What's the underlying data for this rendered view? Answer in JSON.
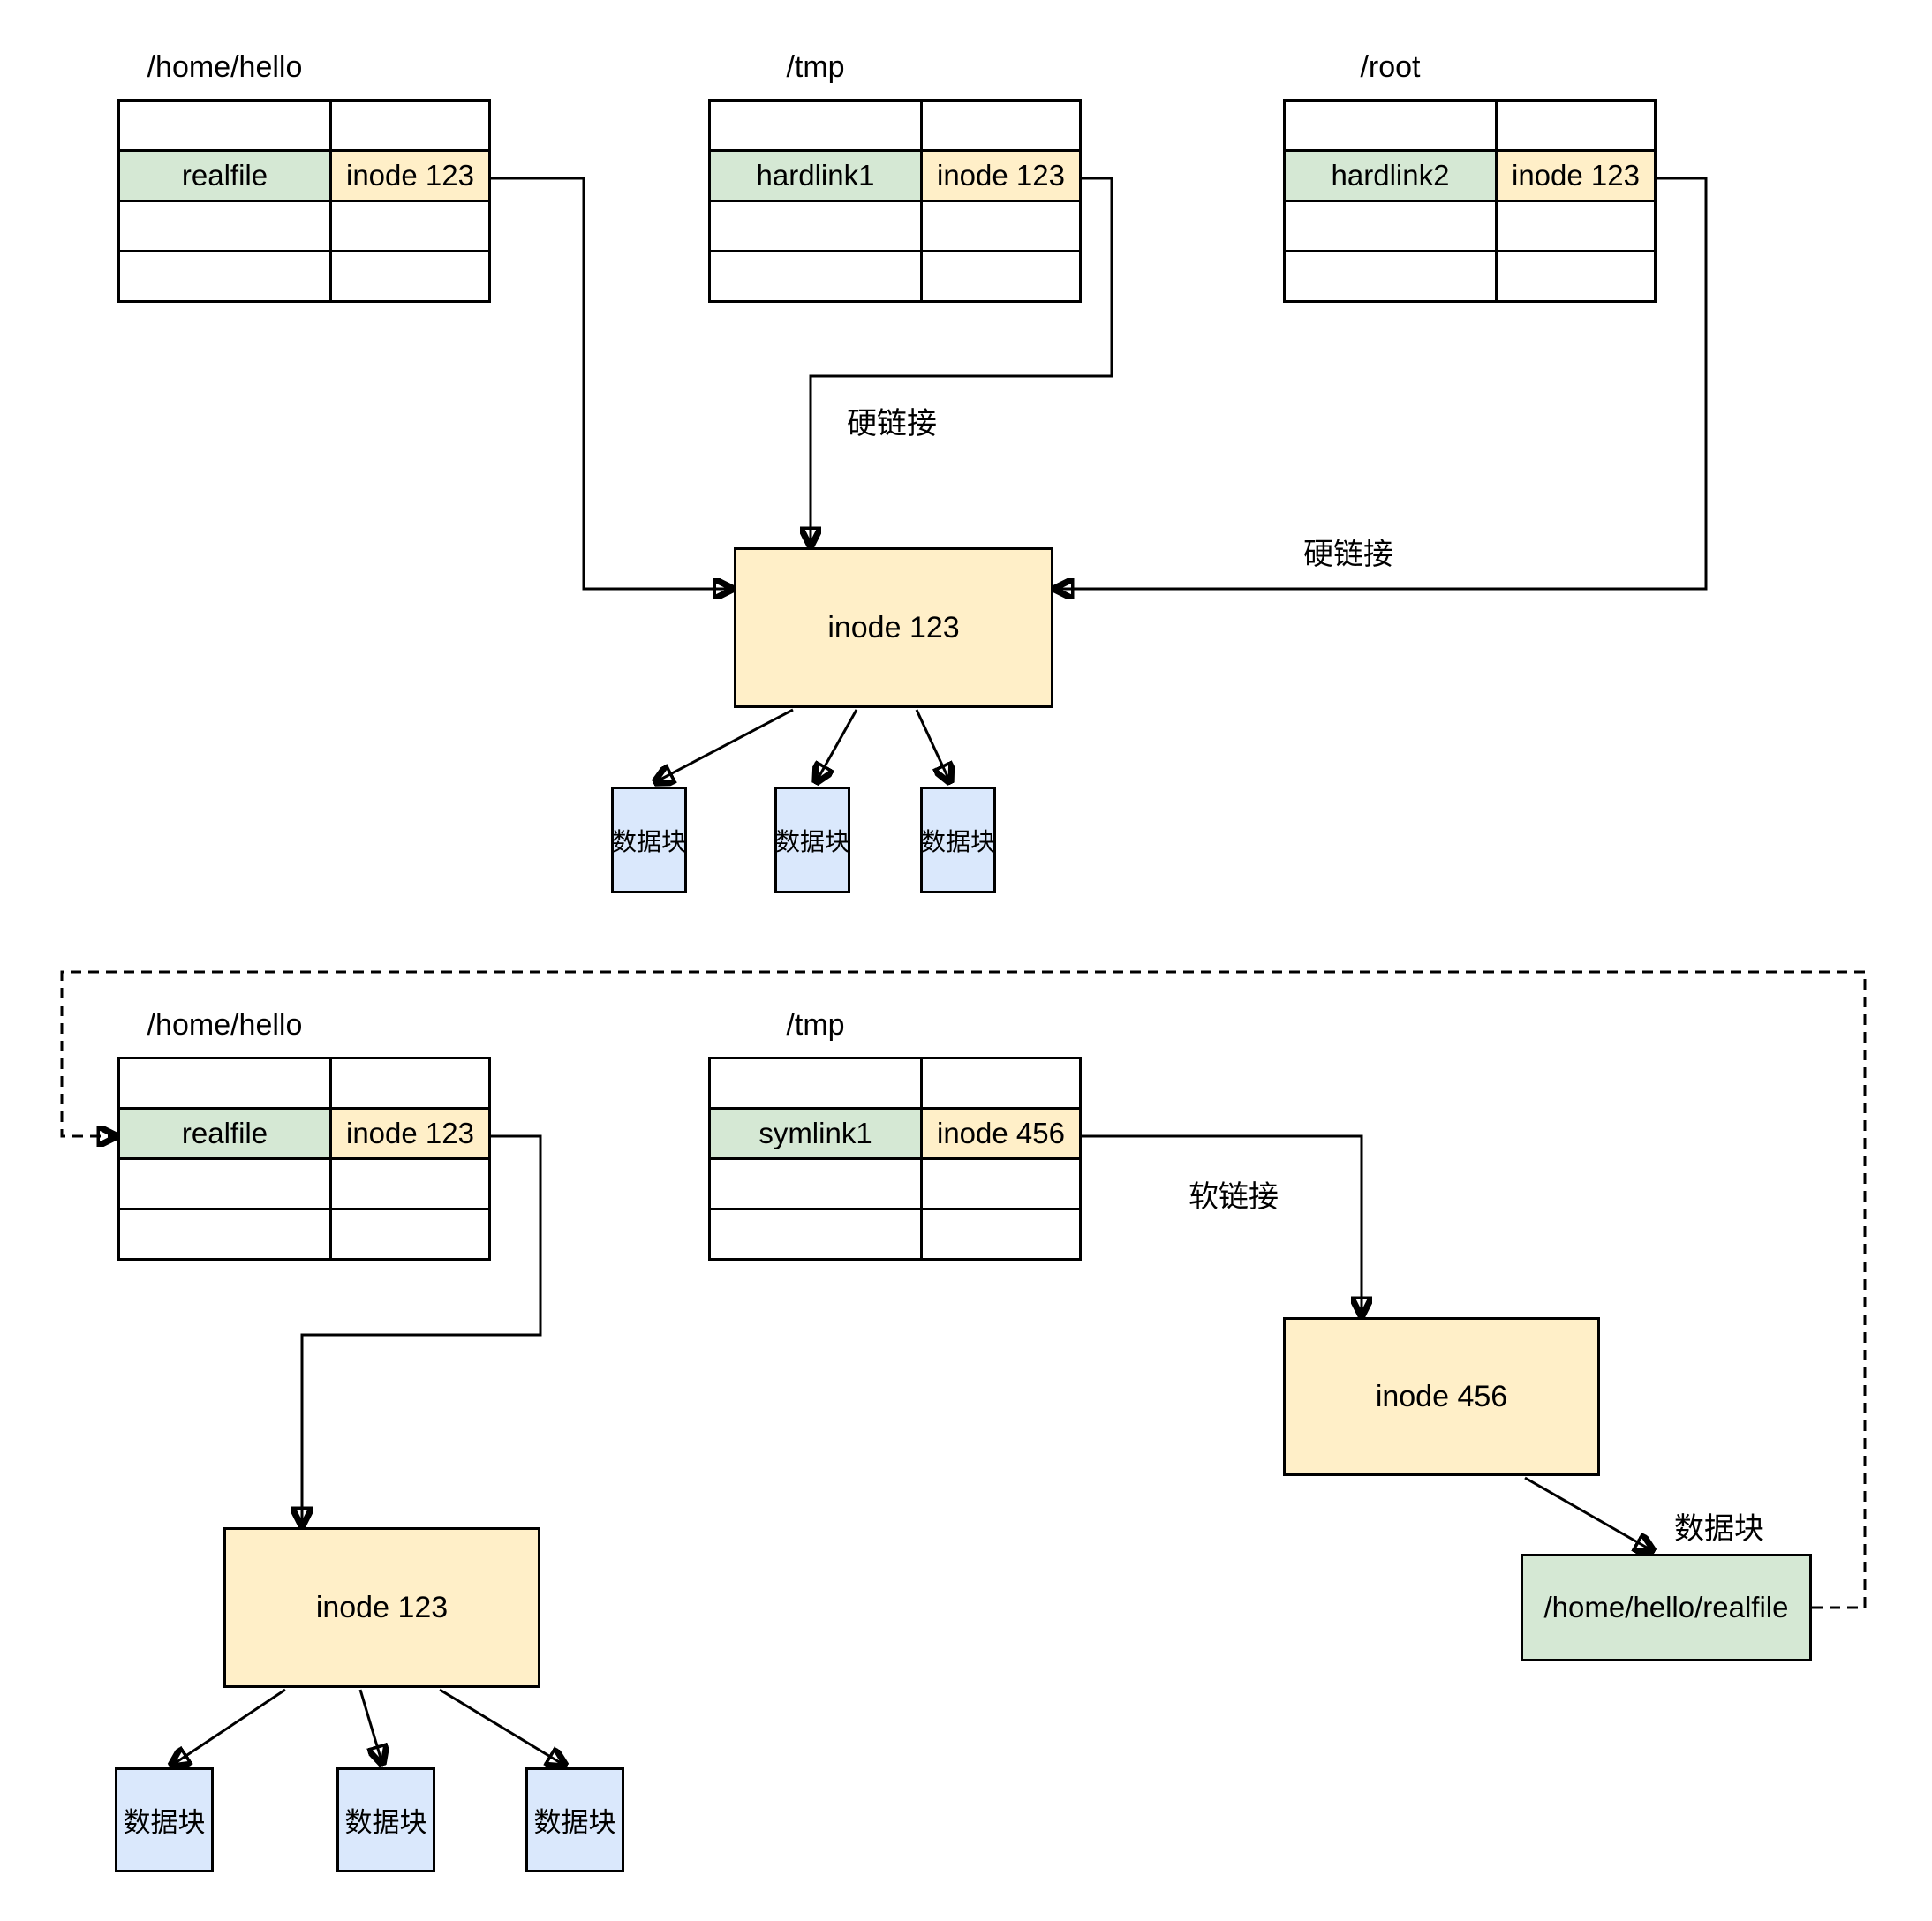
{
  "top_section": {
    "tables": [
      {
        "title": "/home/hello",
        "name": "realfile",
        "inode": "inode 123"
      },
      {
        "title": "/tmp",
        "name": "hardlink1",
        "inode": "inode 123"
      },
      {
        "title": "/root",
        "name": "hardlink2",
        "inode": "inode 123"
      }
    ],
    "inode_box": "inode 123",
    "hard_link_label_tmp": "硬链接",
    "hard_link_label_root": "硬链接",
    "data_blocks": [
      "数据块",
      "数据块",
      "数据块"
    ]
  },
  "bottom_section": {
    "tables": [
      {
        "title": "/home/hello",
        "name": "realfile",
        "inode": "inode 123"
      },
      {
        "title": "/tmp",
        "name": "symlink1",
        "inode": "inode 456"
      }
    ],
    "inode_box": "inode 123",
    "symlink_inode_box": "inode 456",
    "soft_link_label": "软链接",
    "data_block_label": "数据块",
    "realfile_path_box": "/home/hello/realfile",
    "data_blocks": [
      "数据块",
      "数据块",
      "数据块"
    ]
  },
  "colors": {
    "green_fill": "#d5e8d4",
    "yellow_fill": "#ffefc8",
    "blue_fill": "#dae8fc",
    "line": "#000000"
  }
}
